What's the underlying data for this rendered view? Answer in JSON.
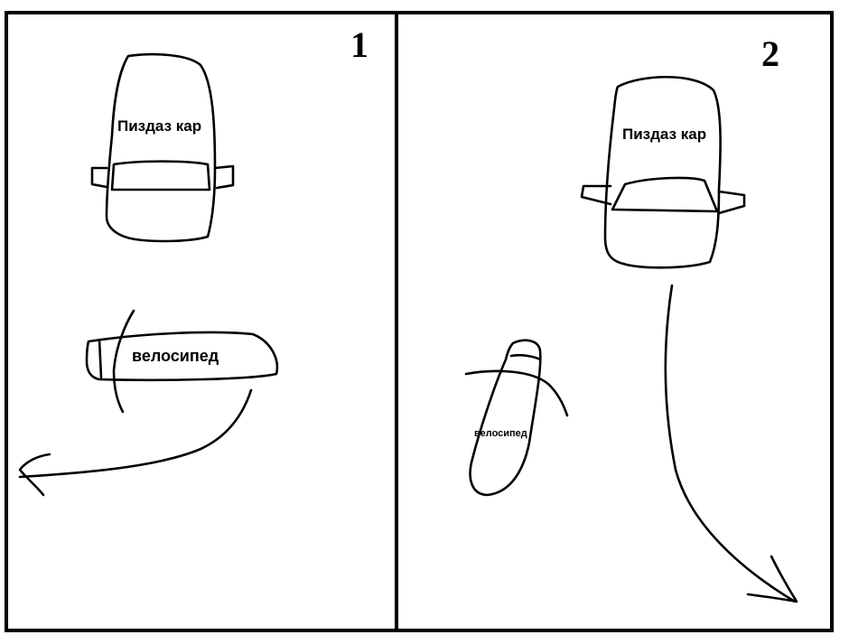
{
  "panels": [
    {
      "number": "1",
      "car_label": "Пиздаз кар",
      "bike_label": "велосипед"
    },
    {
      "number": "2",
      "car_label": "Пиздаз кар",
      "bike_label": "велосипед"
    }
  ],
  "colors": {
    "ink": "#000000",
    "paper": "#ffffff"
  }
}
